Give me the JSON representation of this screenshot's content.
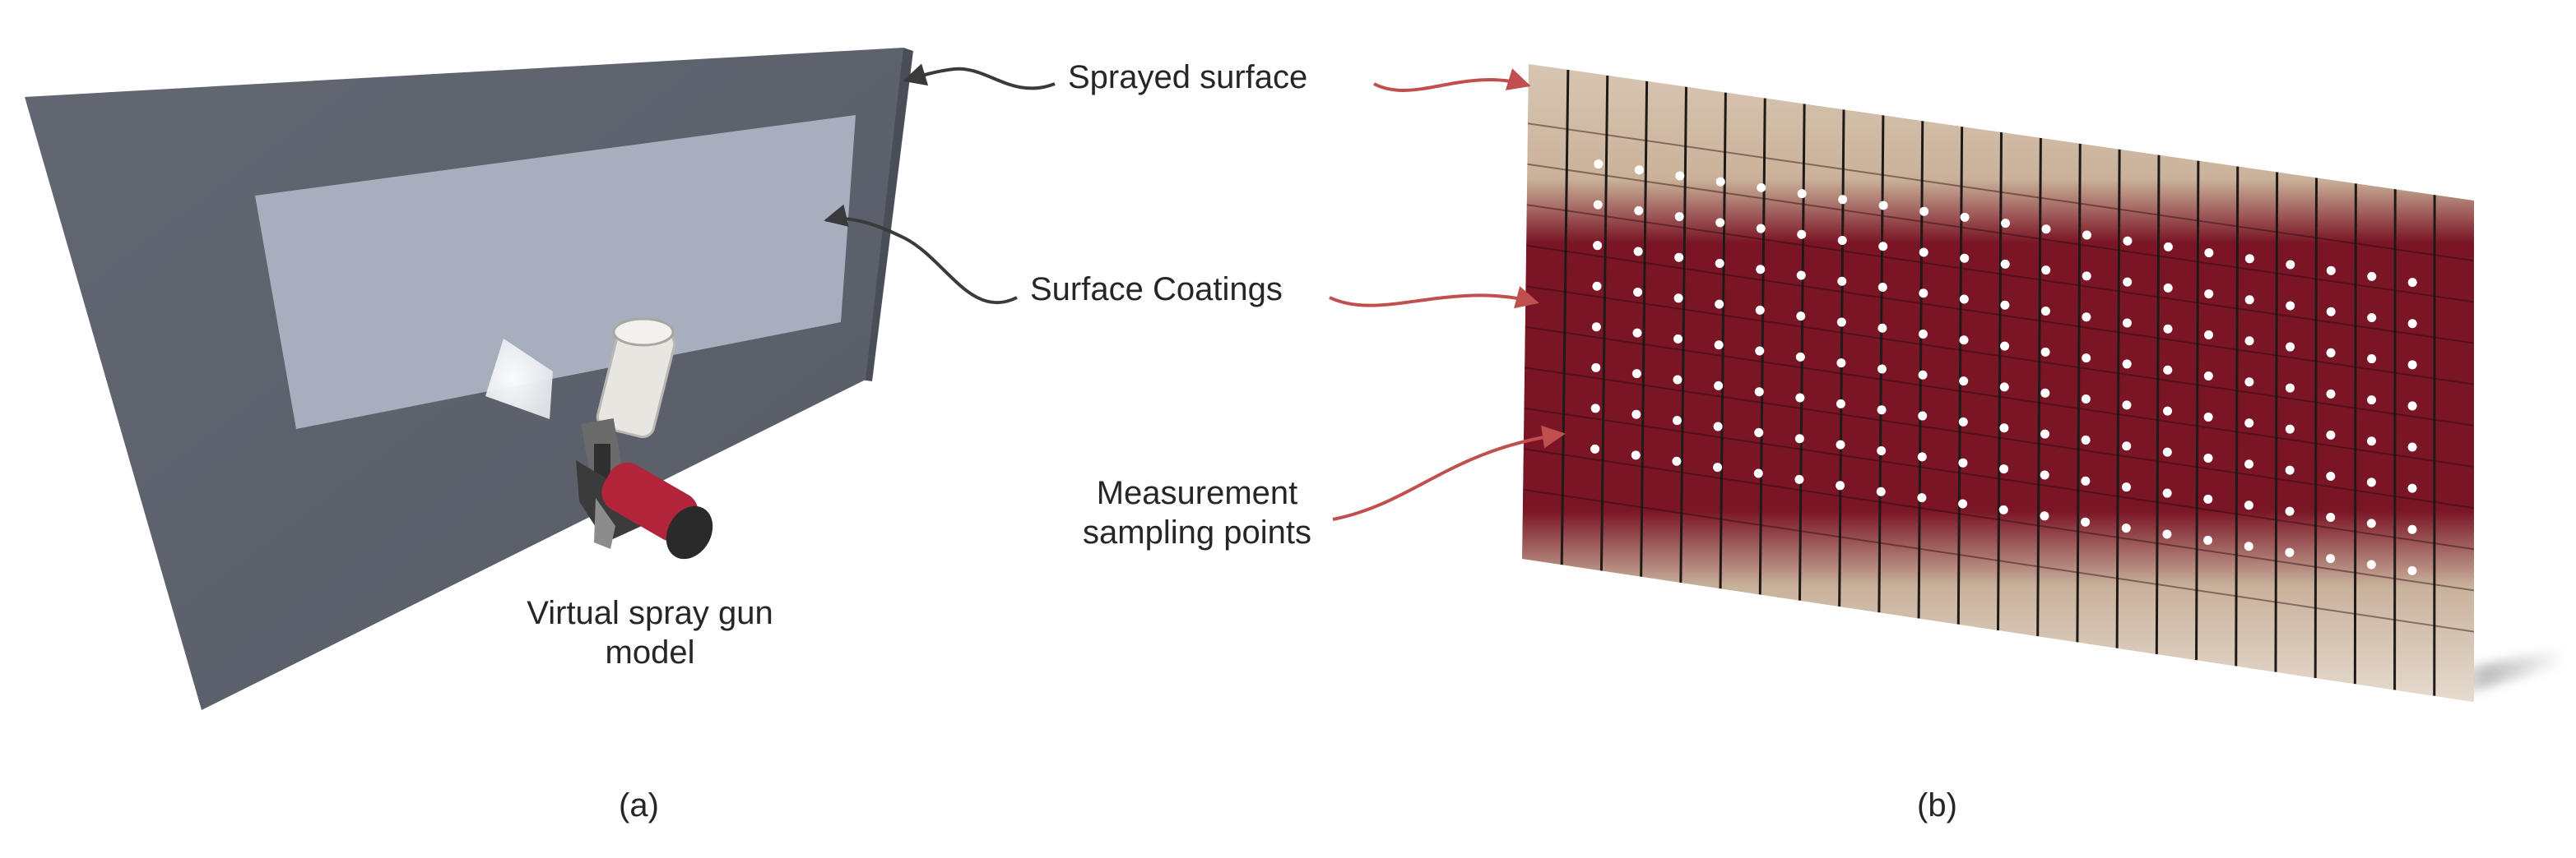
{
  "panel_a": {
    "caption": "(a)",
    "gun_label": "Virtual spray gun model",
    "gun_label_line1": "Virtual spray gun",
    "gun_label_line2": "model"
  },
  "panel_b": {
    "caption": "(b)",
    "grid": {
      "sample_rows": 8,
      "sample_cols": 21,
      "stripe_count": 24
    }
  },
  "callouts": {
    "sprayed_surface": "Sprayed surface",
    "surface_coatings": "Surface Coatings",
    "measurement_line1": "Measurement",
    "measurement_line2": "sampling points"
  },
  "colors": {
    "wall": "#5f636e",
    "coating_patch": "#a7afbf",
    "coating_band": "#7a1525",
    "substrate": "#cdb9a4",
    "sample_point": "#ffffff",
    "callout_dark": "#3a3a3a",
    "callout_red": "#c0504d"
  }
}
